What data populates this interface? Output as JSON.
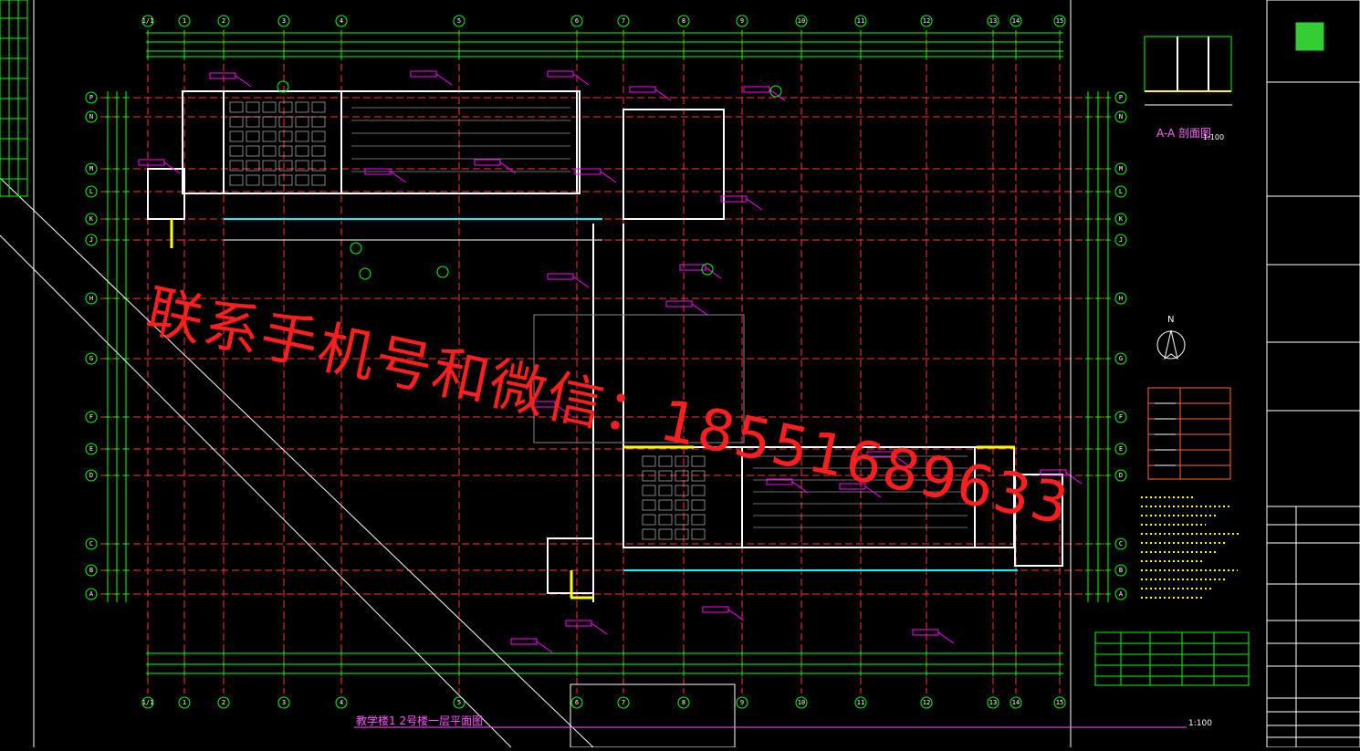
{
  "drawing": {
    "main_title": "教学楼1 2号楼一层平面图",
    "main_scale": "1:100",
    "section_title": "A-A 剖面图",
    "section_scale": "1:100",
    "north_label": "N"
  },
  "watermark": {
    "text": "联系手机号和微信：18551689633",
    "color": "#ff1e1e"
  },
  "grid_axes": {
    "columns": [
      "1/1",
      "1",
      "2",
      "3",
      "4",
      "5",
      "6",
      "7",
      "8",
      "9",
      "10",
      "11",
      "12",
      "13",
      "14",
      "15"
    ],
    "rows": [
      "P",
      "N",
      "M",
      "L",
      "K",
      "J",
      "H",
      "G",
      "F",
      "E",
      "D",
      "C",
      "B",
      "A"
    ]
  },
  "colors": {
    "background": "#000000",
    "grid_line": "#ff3333",
    "dimension": "#00ff00",
    "wall": "#ffffff",
    "annotation": "#ff00ff",
    "hatch": "#ffff00",
    "furniture": "#d8d8d8",
    "title_block_line": "#00ff00"
  }
}
